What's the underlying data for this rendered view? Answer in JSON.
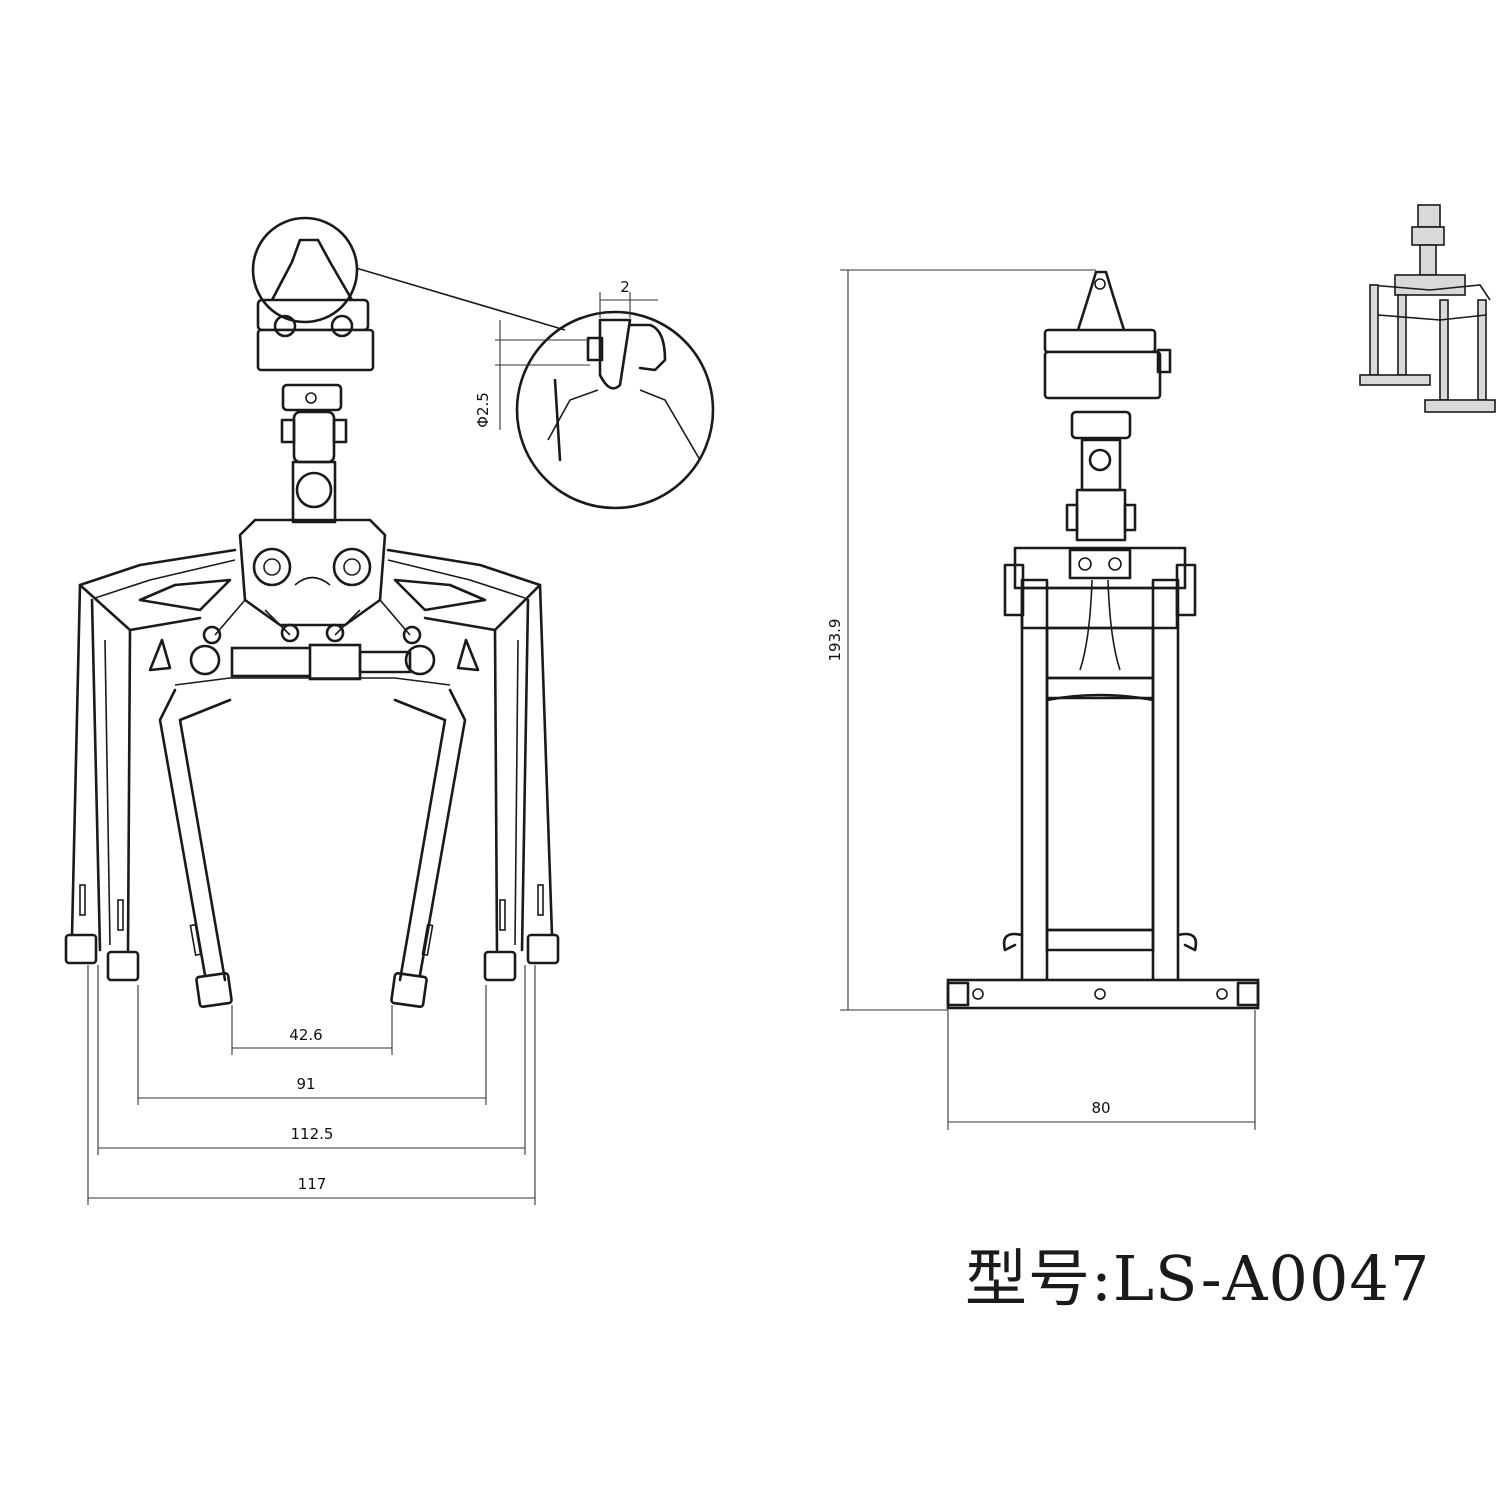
{
  "dimensions": {
    "front_inner_tip": "42.6",
    "front_mid": "91",
    "front_outer": "112.5",
    "front_overall": "117",
    "detail_width": "2",
    "detail_hole": "Φ2.5",
    "side_height": "193.9",
    "side_width": "80"
  },
  "model": {
    "label": "型号:LS-A0047"
  },
  "colors": {
    "line": "#1a1a1a",
    "background": "#ffffff"
  }
}
